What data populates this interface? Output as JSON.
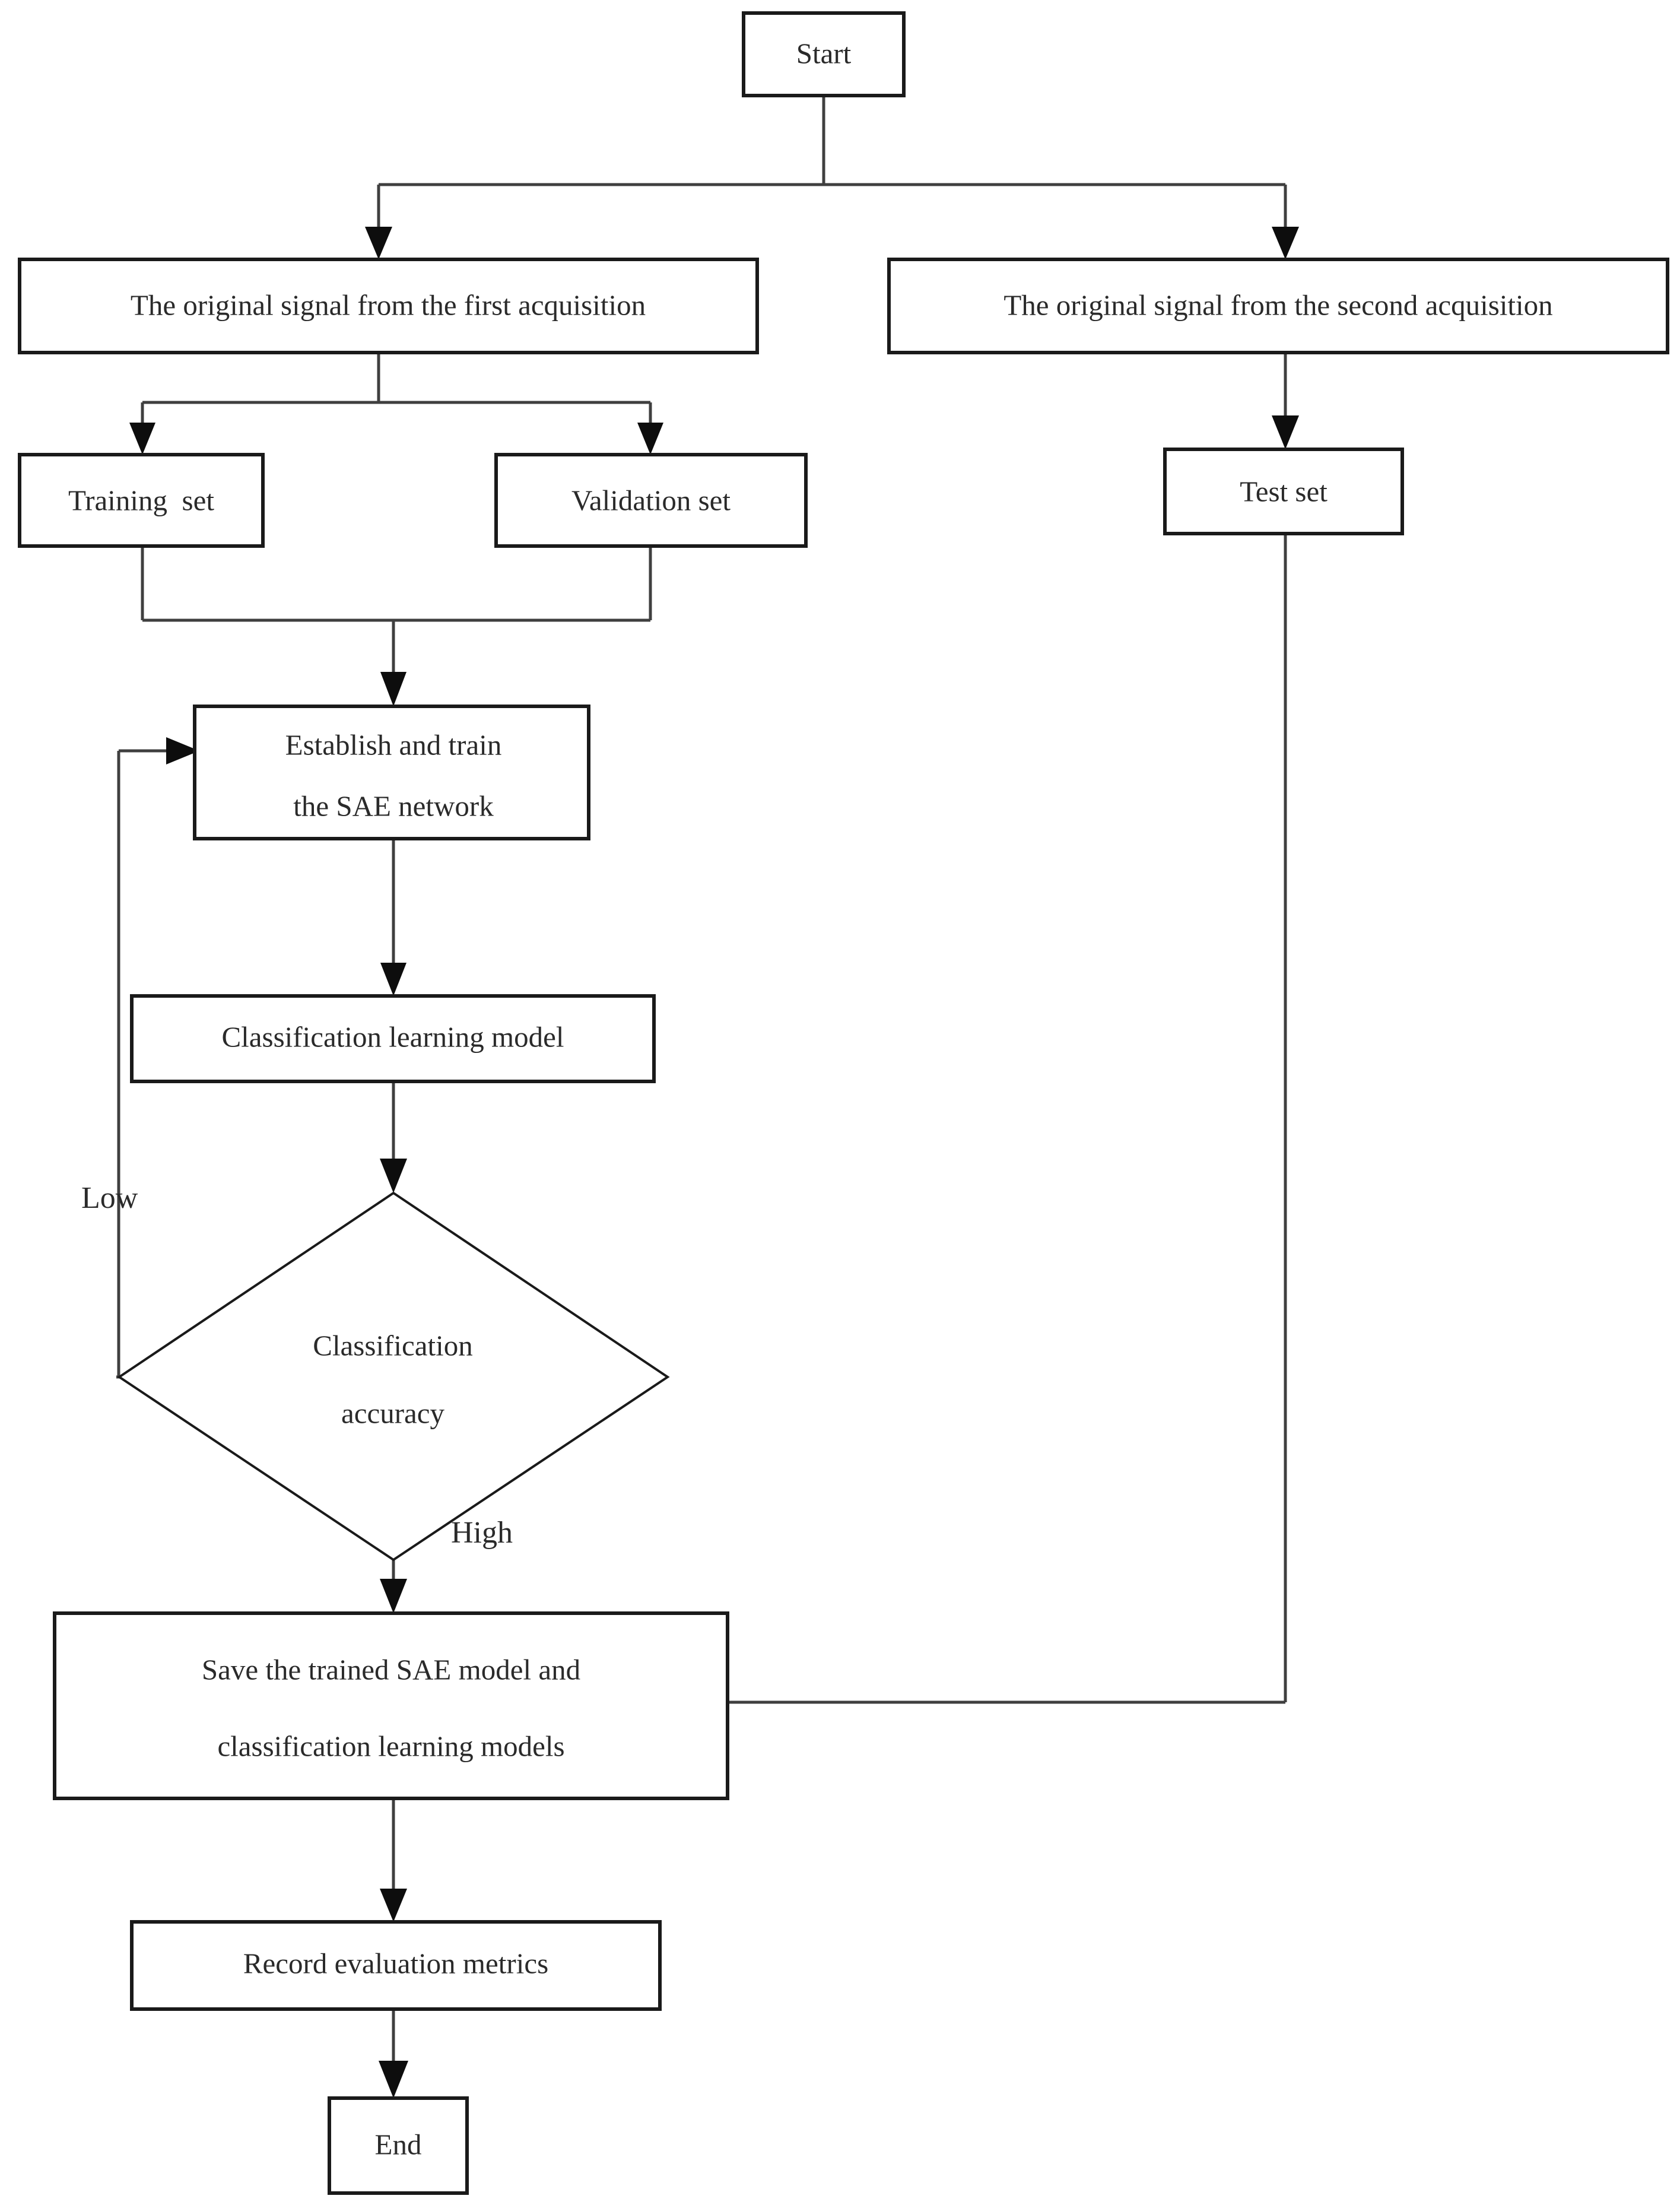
{
  "diagram": {
    "type": "flowchart",
    "orientation": "top-to-bottom",
    "background_color": "#ffffff",
    "line_color": "#3f3f3f",
    "box_border_color": "#1a1a1a",
    "text_color": "#2a2a2a",
    "nodes": [
      {
        "id": "start",
        "shape": "rectangle",
        "label": "Start"
      },
      {
        "id": "first_acq",
        "shape": "rectangle",
        "label": "The original signal from the first acquisition"
      },
      {
        "id": "second_acq",
        "shape": "rectangle",
        "label": "The original signal from the second acquisition"
      },
      {
        "id": "training_set",
        "shape": "rectangle",
        "label": "Training  set"
      },
      {
        "id": "validation_set",
        "shape": "rectangle",
        "label": "Validation set"
      },
      {
        "id": "test_set",
        "shape": "rectangle",
        "label": "Test set"
      },
      {
        "id": "sae_train",
        "shape": "rectangle",
        "label_line1": "Establish and train",
        "label_line2": "the SAE network"
      },
      {
        "id": "class_model",
        "shape": "rectangle",
        "label": "Classification learning model"
      },
      {
        "id": "accuracy",
        "shape": "diamond",
        "label_line1": "Classification",
        "label_line2": "accuracy"
      },
      {
        "id": "save_models",
        "shape": "rectangle",
        "label_line1": "Save the trained SAE model and",
        "label_line2": "classification learning models"
      },
      {
        "id": "record",
        "shape": "rectangle",
        "label": "Record evaluation metrics"
      },
      {
        "id": "end",
        "shape": "rectangle",
        "label": "End"
      }
    ],
    "edge_labels": {
      "low": "Low",
      "high": "High"
    }
  }
}
